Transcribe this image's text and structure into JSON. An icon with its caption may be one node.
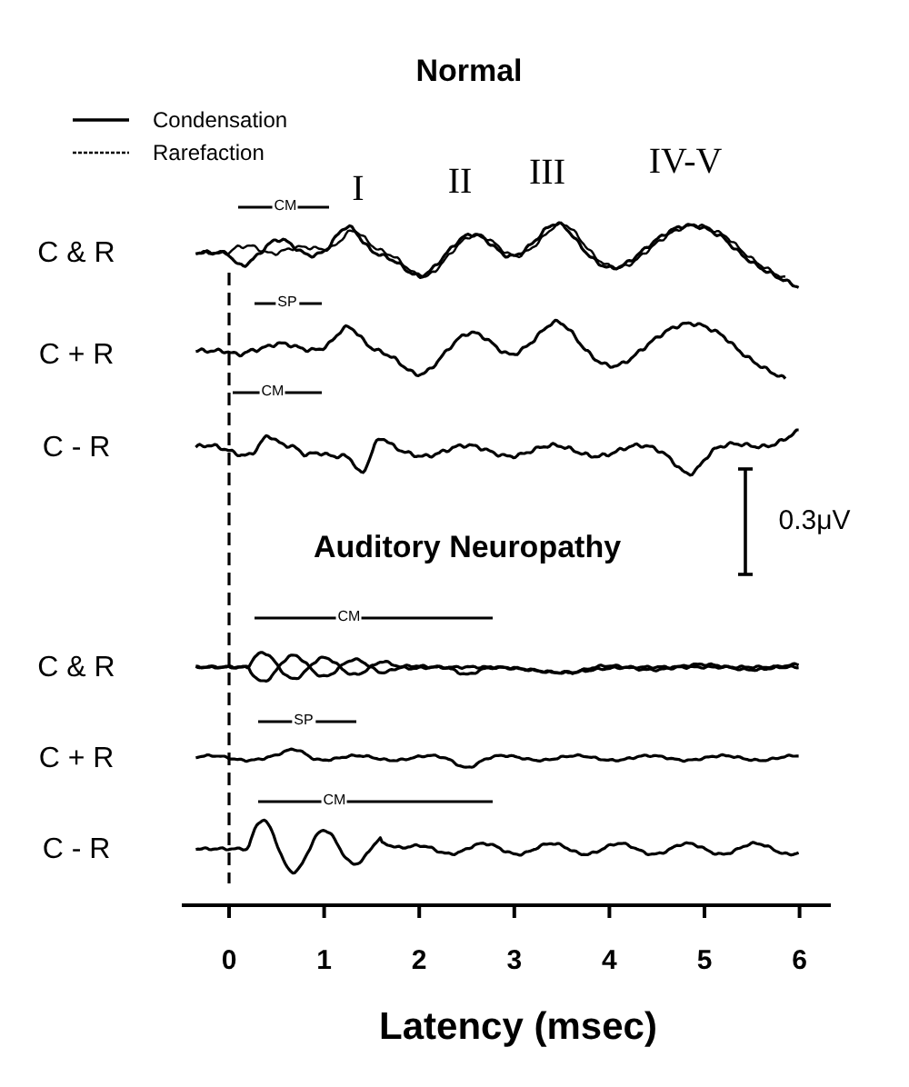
{
  "diagram": {
    "labels": [
      "Normal",
      "I",
      "II",
      "III",
      "IV-V",
      "CM",
      "C & R",
      "SP",
      "C + R",
      "CM",
      "C - R",
      "0.3μV",
      "Auditory Neuropathy",
      "CM",
      "C & R",
      "SP",
      "C + R",
      "CM",
      "C - R",
      "0",
      "1",
      "2",
      "3",
      "4",
      "5",
      "6",
      "Latency (msec)"
    ],
    "legend": [
      {
        "text": "Condensation"
      },
      {
        "text": "Rarefaction"
      }
    ]
  }
}
